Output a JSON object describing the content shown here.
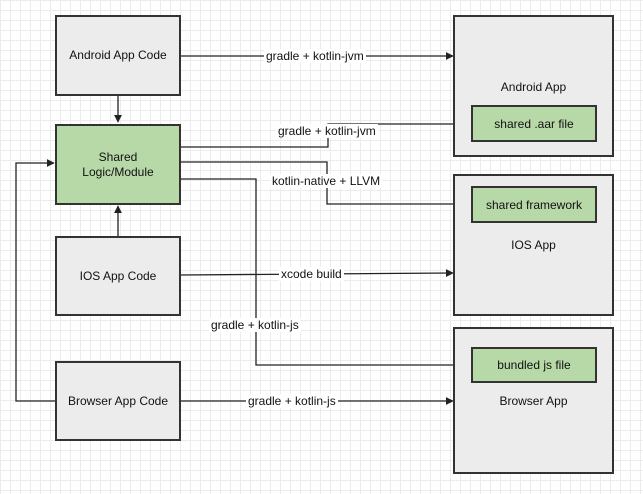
{
  "nodes": {
    "android_code": "Android App Code",
    "shared": "Shared\nLogic/Module",
    "ios_code": "IOS App Code",
    "browser_code": "Browser App Code",
    "android_app": "Android App",
    "aar": "shared .aar file",
    "framework": "shared framework",
    "ios_app": "IOS App",
    "jsfile": "bundled js file",
    "browser_app": "Browser App"
  },
  "edges": {
    "android_to_app": "gradle + kotlin-jvm",
    "shared_to_aar": "gradle + kotlin-jvm",
    "shared_to_framework": "kotlin-native + LLVM",
    "ios_to_app": "xcode build",
    "shared_to_js": "gradle + kotlin-js",
    "browser_to_app": "gradle + kotlin-js"
  },
  "colors": {
    "node_fill": "#ececec",
    "shared_fill": "#b7d9a8",
    "stroke": "#333333"
  }
}
